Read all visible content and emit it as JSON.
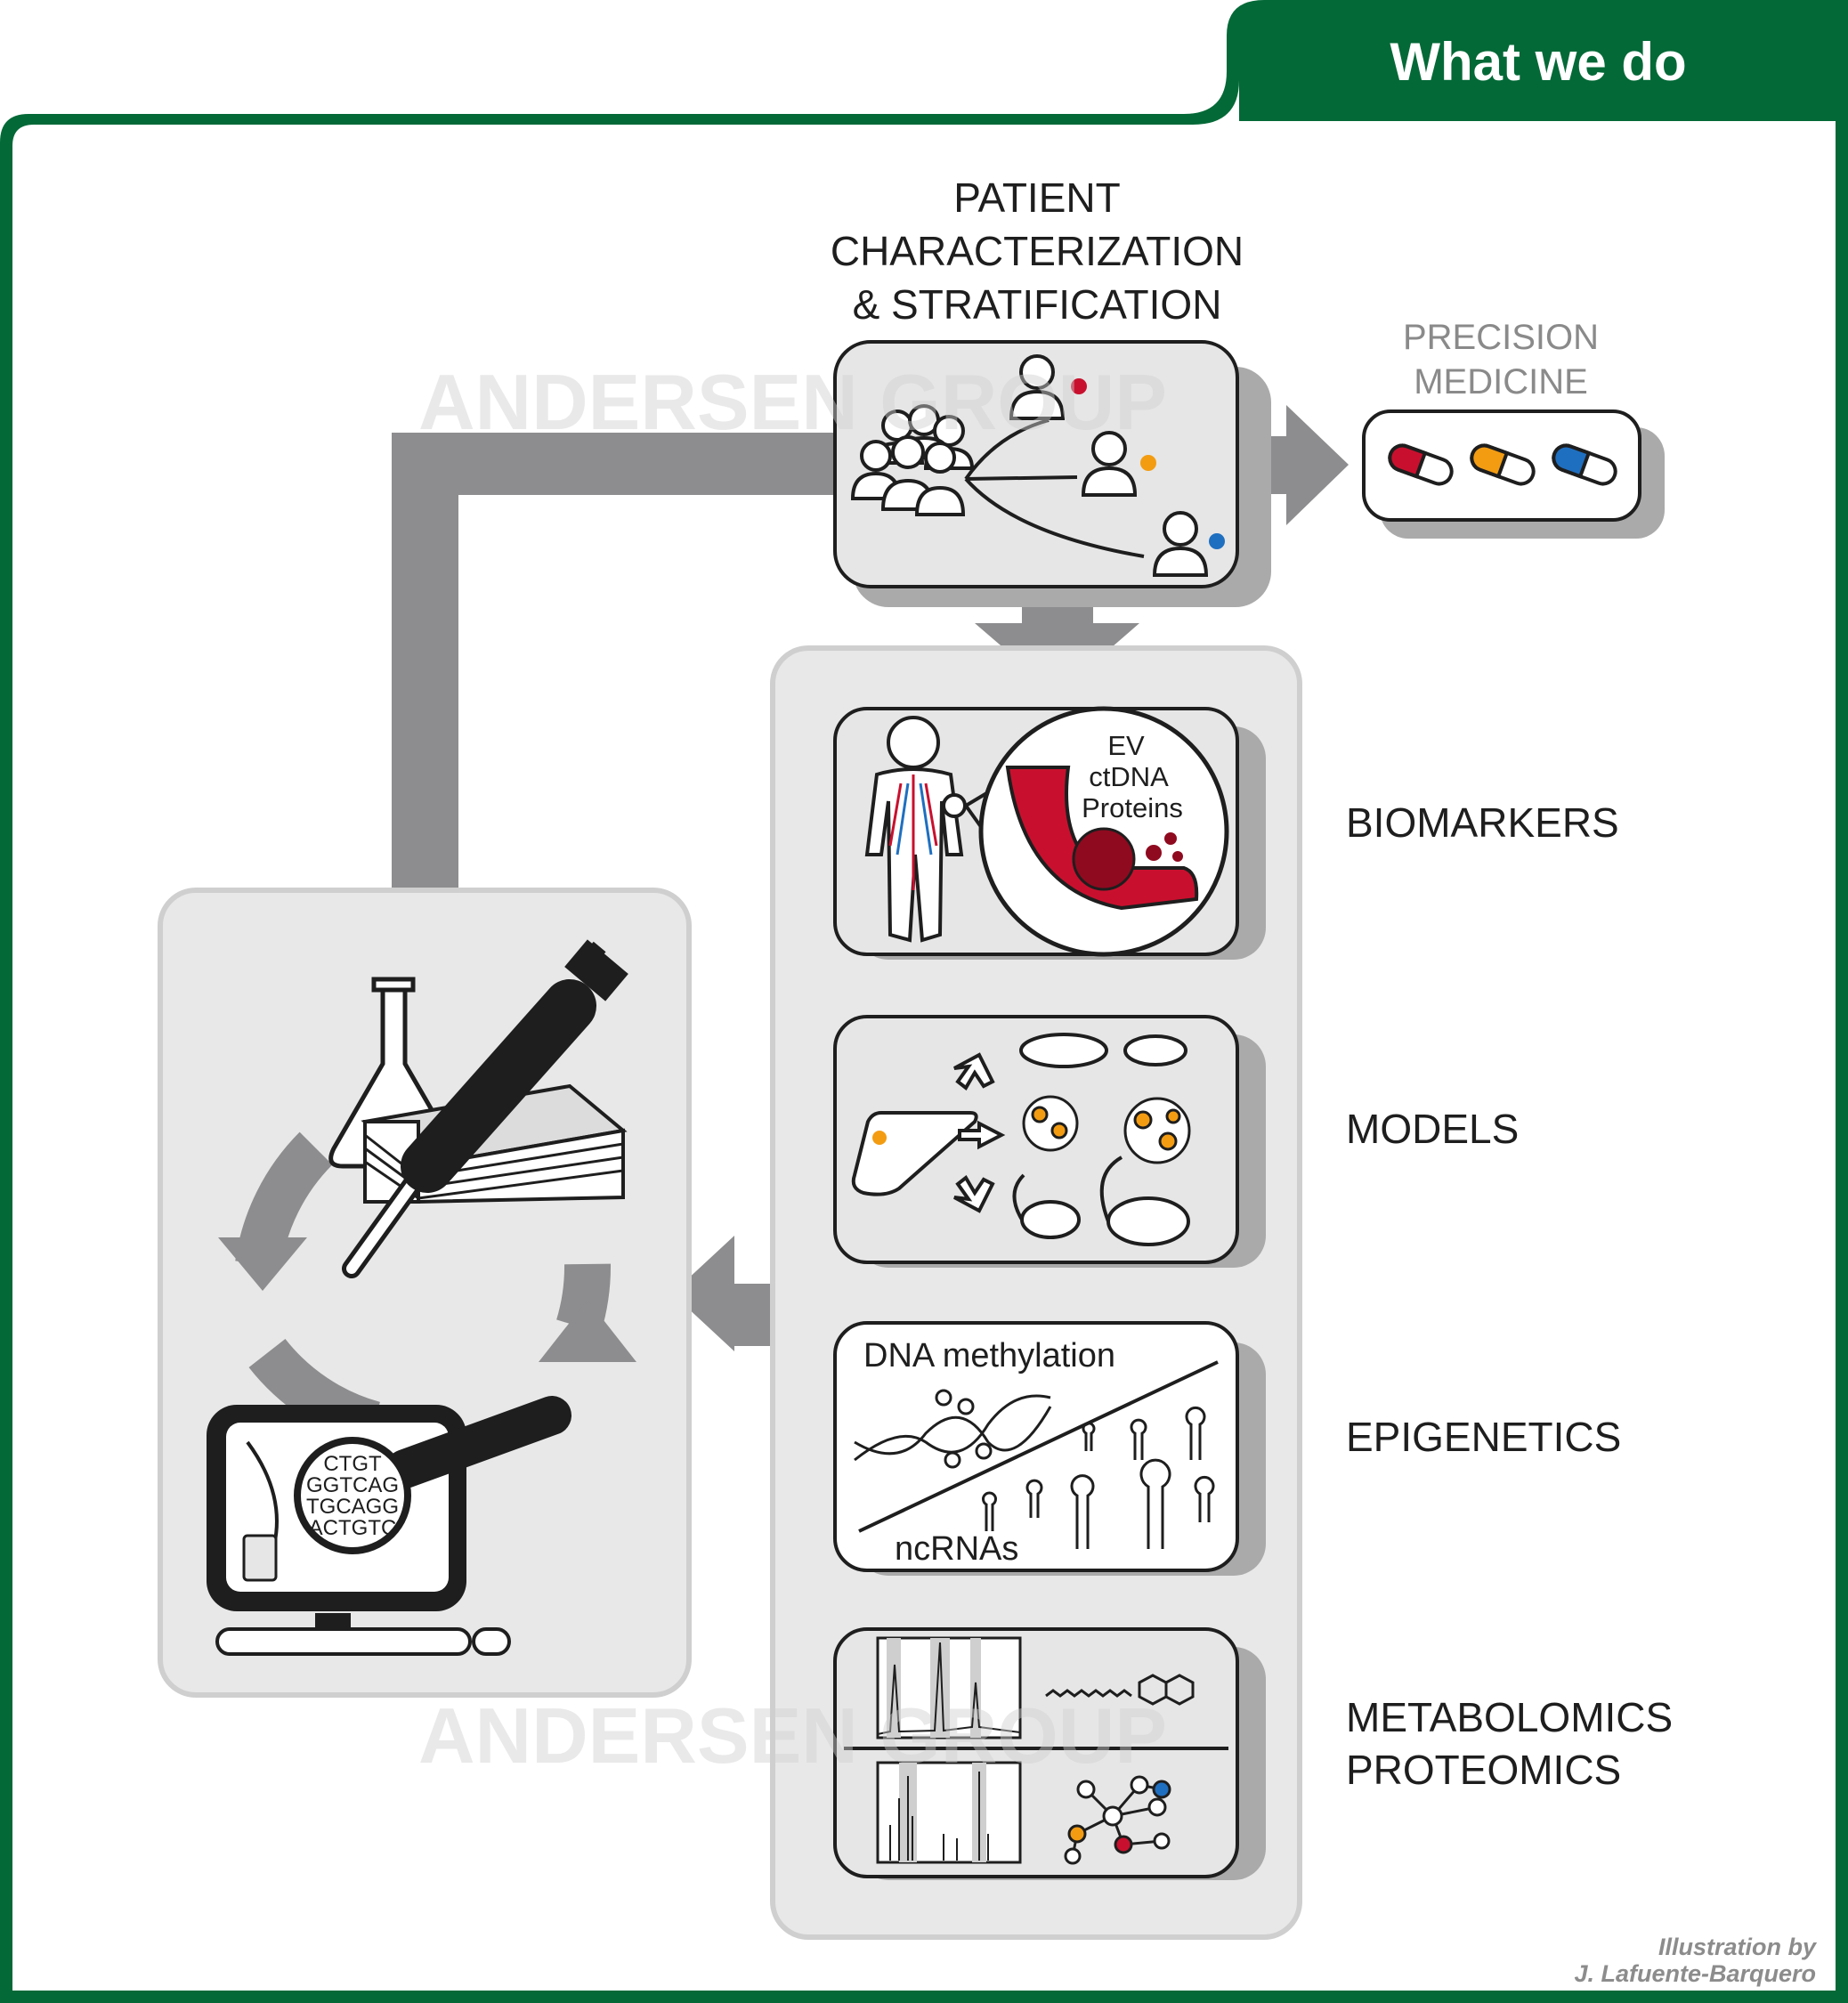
{
  "header": {
    "title": "What we do"
  },
  "colors": {
    "brand_green": "#036937",
    "panel_gray": "#e6e6e6",
    "arrow_gray": "#8d8d8f",
    "pill_red": "#c8102e",
    "pill_orange": "#f39c12",
    "pill_blue": "#1f6fc0"
  },
  "patient": {
    "line1": "PATIENT",
    "line2": "CHARACTERIZATION",
    "line3": "& STRATIFICATION"
  },
  "precision": {
    "line1": "PRECISION",
    "line2": "MEDICINE"
  },
  "biomarkers": {
    "label": "BIOMARKERS",
    "inner_lines": [
      "EV",
      "ctDNA",
      "Proteins"
    ]
  },
  "models": {
    "label": "MODELS"
  },
  "epigenetics": {
    "label": "EPIGENETICS",
    "top_text": "DNA methylation",
    "bottom_text": "ncRNAs"
  },
  "omics": {
    "line1": "METABOLOMICS",
    "line2": "PROTEOMICS"
  },
  "sequence": {
    "rows": [
      "CTGT",
      "GGTCAG",
      "TGCAGG",
      "ACTGTC"
    ]
  },
  "watermark": {
    "text": "ANDERSEN GROUP"
  },
  "credit": {
    "line1": "Illustration by",
    "line2": "J. Lafuente-Barquero"
  }
}
